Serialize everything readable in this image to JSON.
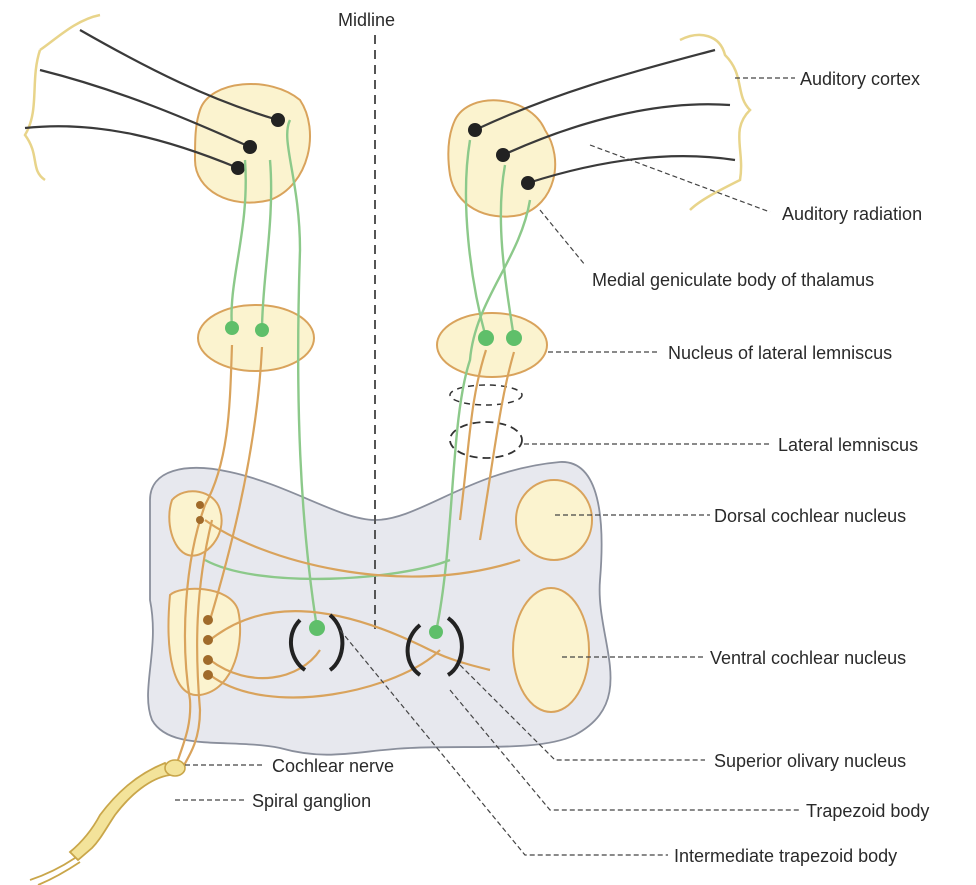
{
  "labels": {
    "midline": "Midline",
    "auditory_cortex": "Auditory cortex",
    "auditory_radiation": "Auditory radiation",
    "medial_geniculate": "Medial geniculate body of thalamus",
    "nucleus_lateral_lemniscus": "Nucleus of lateral lemniscus",
    "lateral_lemniscus": "Lateral lemniscus",
    "dorsal_cochlear": "Dorsal cochlear nucleus",
    "ventral_cochlear": "Ventral cochlear nucleus",
    "cochlear_nerve": "Cochlear nerve",
    "spiral_ganglion": "Spiral ganglion",
    "superior_olivary": "Superior olivary nucleus",
    "trapezoid_body": "Trapezoid body",
    "intermediate_trapezoid": "Intermediate trapezoid body"
  },
  "colors": {
    "green_pathway": "#8cc98a",
    "orange_pathway": "#d9a35c",
    "nucleus_fill": "#fbf3cf",
    "brainstem_fill": "#e7e8ee"
  }
}
